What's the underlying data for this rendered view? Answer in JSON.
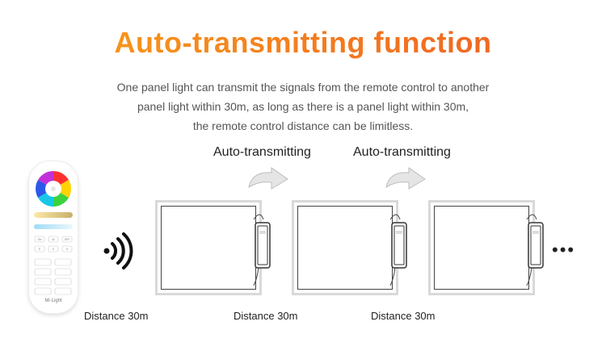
{
  "header": {
    "title": "Auto-transmitting function",
    "description_lines": [
      "One panel light can transmit the signals from the remote control to another",
      "panel light within 30m, as long as there is a panel light within 30m,",
      "the remote control distance can be limitless."
    ]
  },
  "remote": {
    "brand": "Mi·Light",
    "buttons_top": [
      "ON",
      "W",
      "OFF",
      "S",
      "S",
      "S"
    ]
  },
  "transmit_labels": [
    "Auto-transmitting",
    "Auto-transmitting"
  ],
  "distance_labels": [
    "Distance 30m",
    "Distance 30m",
    "Distance 30m"
  ],
  "continuation": "•••",
  "colors": {
    "title_gradient": [
      "#f7a21b",
      "#ee5a24"
    ],
    "panel_frame": "#d9d9d9",
    "arrow": "#d6d6d6",
    "text": "#222222"
  }
}
